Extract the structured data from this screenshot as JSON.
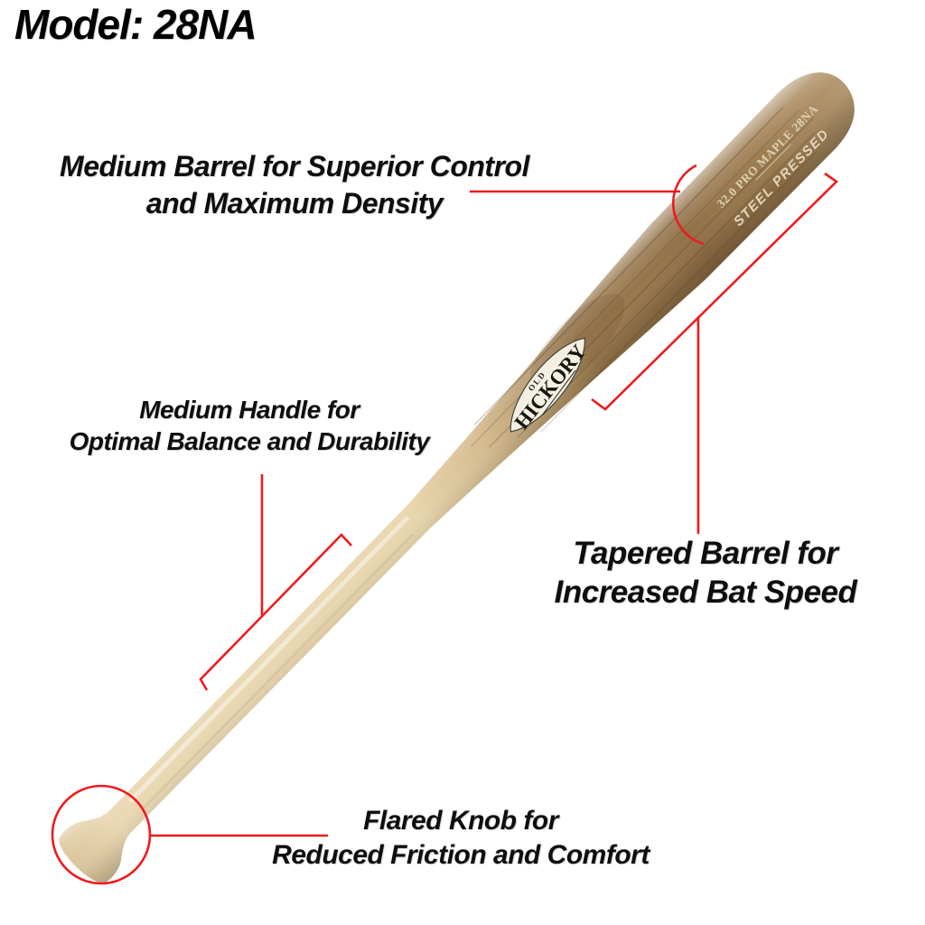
{
  "page": {
    "title": "Model: 28NA",
    "background_color": "#ffffff"
  },
  "labels": {
    "medium_barrel": {
      "line1": "Medium Barrel for Superior Control",
      "line2": "and Maximum Density"
    },
    "medium_handle": {
      "line1": "Medium Handle for",
      "line2": "Optimal Balance and Durability"
    },
    "tapered_barrel": {
      "line1": "Tapered Barrel for",
      "line2": "Increased Bat Speed"
    },
    "flared_knob": {
      "line1": "Flared Knob for",
      "line2": "Reduced Friction and Comfort"
    }
  },
  "bat": {
    "brand": {
      "top": "OLD",
      "main": "HICKORY"
    },
    "spec_line": "32.0 PRO MAPLE 28NA",
    "process_line": "STEEL PRESSED"
  },
  "colors": {
    "annotation_red": "#ee1b1e",
    "barrel_brown": "#9a7a4e",
    "handle_cream": "#e8d6ad",
    "knob_cream": "#dfc9a0",
    "label_cream": "#f4efe3",
    "engraving_cream": "#e4d9bf",
    "text_black": "#0e0e0e"
  }
}
